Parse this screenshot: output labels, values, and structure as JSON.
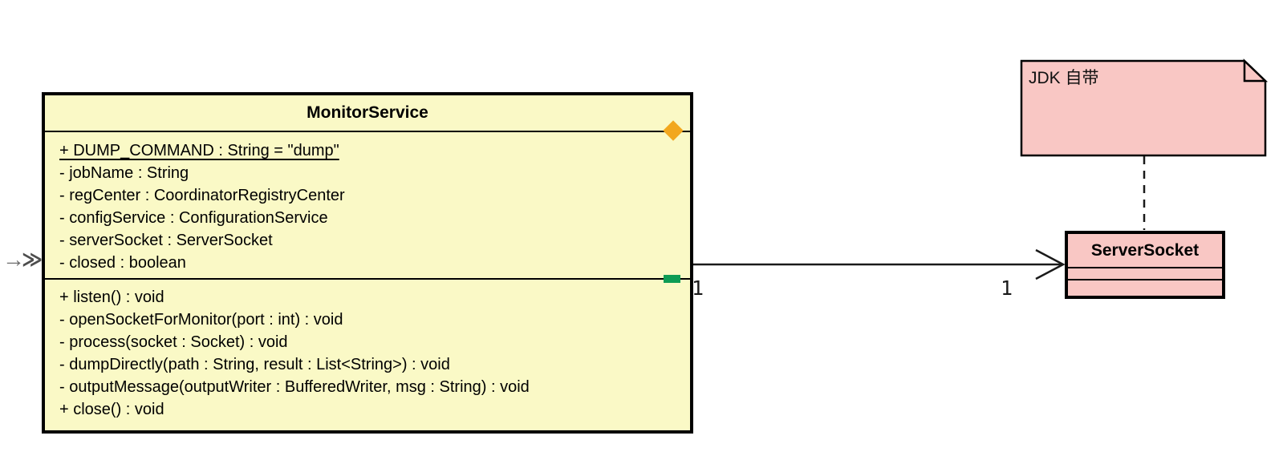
{
  "diagram": {
    "type": "uml-class-diagram",
    "background": "#ffffff"
  },
  "cursor_marker": {
    "arrow": "→",
    "chevrons": "≫"
  },
  "monitor_class": {
    "title": "MonitorService",
    "fields": [
      "+ DUMP_COMMAND : String = \"dump\"",
      "- jobName : String",
      "- regCenter : CoordinatorRegistryCenter",
      "- configService : ConfigurationService",
      "- serverSocket : ServerSocket",
      "- closed : boolean"
    ],
    "methods": [
      "+ listen() : void",
      "- openSocketForMonitor(port : int) : void",
      "- process(socket : Socket) : void",
      "- dumpDirectly(path : String, result : List<String>) : void",
      "- outputMessage(outputWriter : BufferedWriter, msg : String) : void",
      "+ close() : void"
    ],
    "fill_color": "#faf9c6",
    "border_color": "#000000"
  },
  "server_class": {
    "title": "ServerSocket",
    "fill_color": "#f9c7c4",
    "border_color": "#000000"
  },
  "note": {
    "text": "JDK 自带",
    "fill_color": "#f9c7c4"
  },
  "association": {
    "source_multiplicity": "1",
    "target_multiplicity": "1"
  },
  "edge_markers": {
    "diamond_color": "#f2a71e",
    "square_color": "#0d9c55"
  }
}
